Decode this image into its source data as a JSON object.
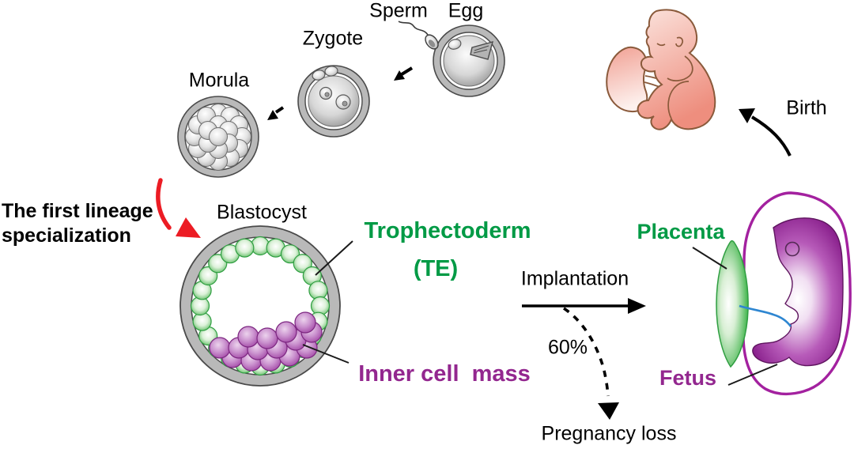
{
  "figure": {
    "stage_labels": {
      "sperm": "Sperm",
      "egg": "Egg",
      "zygote": "Zygote",
      "morula": "Morula",
      "blastocyst": "Blastocyst"
    },
    "annotations": {
      "first_lineage_line1": "The first lineage",
      "first_lineage_line2": "specialization",
      "trophectoderm": "Trophectoderm",
      "trophectoderm_abbr": "(TE)",
      "inner_cell_mass": "Inner cell  mass",
      "implantation": "Implantation",
      "loss_rate": "60%",
      "pregnancy_loss": "Pregnancy loss",
      "placenta": "Placenta",
      "fetus": "Fetus",
      "birth": "Birth"
    },
    "colors": {
      "trophectoderm_green": "#009a45",
      "icm_purple": "#93278f",
      "red_arrow": "#ec1c24",
      "green_cell": "#47b34c",
      "purple_cell": "#a44ba7",
      "gray_ring": "#b9b9b9",
      "baby_pink": "#f2998c",
      "umbilical_blue": "#2e86d1",
      "text_black": "#000000"
    }
  }
}
